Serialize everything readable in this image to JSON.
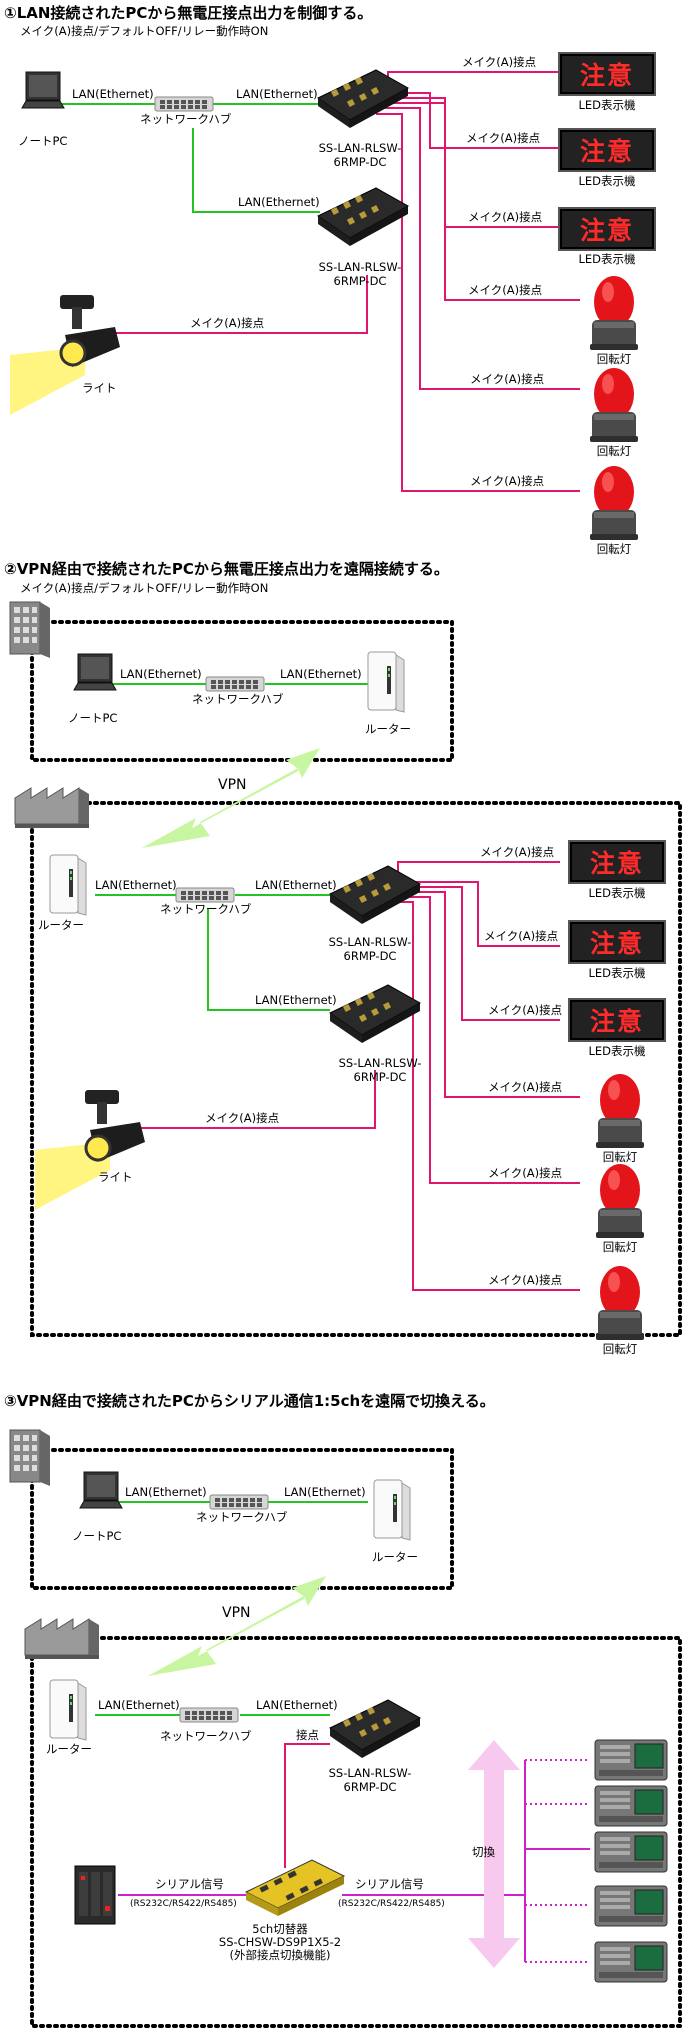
{
  "sections": [
    {
      "title": "①LAN接続されたPCから無電圧接点出力を制御する。",
      "subtitle": "メイク(A)接点/デフォルトOFF/リレー動作時ON"
    },
    {
      "title": "②VPN経由で接続されたPCから無電圧接点出力を遠隔接続する。",
      "subtitle": "メイク(A)接点/デフォルトOFF/リレー動作時ON"
    },
    {
      "title": "③VPN経由で接続されたPCからシリアル通信1:5chを遠隔で切換える。",
      "subtitle": ""
    }
  ],
  "labels": {
    "lan": "LAN(Ethernet)",
    "make_contact": "メイク(A)接点",
    "contact": "接点",
    "notebook": "ノートPC",
    "hub": "ネットワークハブ",
    "router": "ルーター",
    "light": "ライト",
    "led_display": "LED表示機",
    "led_text": "注意",
    "rotary_lamp": "回転灯",
    "vpn": "VPN",
    "relay_line1": "SS-LAN-RLSW-",
    "relay_line2": "6RMP-DC",
    "serial_signal": "シリアル信号",
    "serial_spec": "(RS232C/RS422/RS485)",
    "switch_label": "切換",
    "switcher_line1": "5ch切替器",
    "switcher_line2": "SS-CHSW-DS9P1X5-2",
    "switcher_line3": "(外部接点切換機能)"
  },
  "colors": {
    "lan_line": "#22c422",
    "contact_line": "#e0156e",
    "serial_line": "#cc22cc",
    "vpn_arrow": "#c8f5a0",
    "switch_arrow": "#f7c9ef"
  }
}
